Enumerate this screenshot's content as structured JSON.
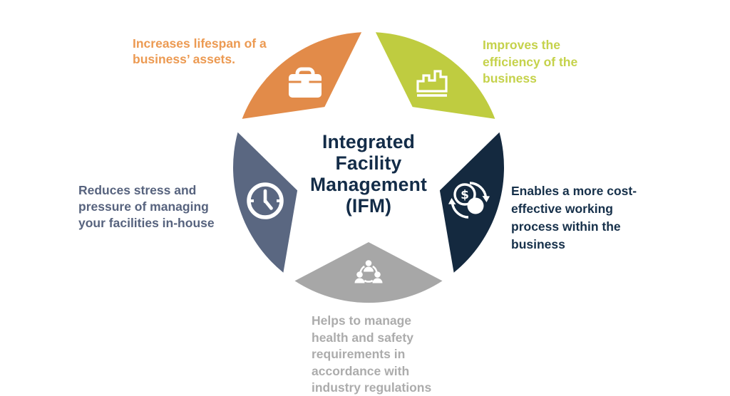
{
  "title": {
    "lines": [
      "Integrated",
      "Facility",
      "Management",
      "(IFM)"
    ],
    "color": "#132C48"
  },
  "segments": {
    "assets": {
      "icon": "briefcase-icon",
      "wedge_color": "#E28B49",
      "text_color": "#EC9A52",
      "lines": [
        "Increases lifespan of a",
        "business’ assets."
      ]
    },
    "efficiency": {
      "icon": "bar-chart-icon",
      "wedge_color": "#BFCC40",
      "text_color": "#C5D24B",
      "lines": [
        "Improves the",
        "efficiency of the",
        "business"
      ]
    },
    "cost": {
      "icon": "money-exchange-icon",
      "wedge_color": "#14293F",
      "text_color": "#16304A",
      "money_symbol": "$",
      "lines": [
        "Enables a more cost-",
        "effective working",
        "process within the",
        "business"
      ]
    },
    "safety": {
      "icon": "team-icon",
      "wedge_color": "#A7A7A7",
      "text_color": "#ACACAC",
      "lines": [
        "Helps to manage",
        "health and safety",
        "requirements in",
        "accordance with",
        "industry regulations"
      ]
    },
    "stress": {
      "icon": "clock-icon",
      "wedge_color": "#5A6781",
      "text_color": "#57637E",
      "lines": [
        "Reduces stress and",
        "pressure of managing",
        "your facilities in-house"
      ]
    }
  },
  "icon_color": "#FFFFFF"
}
